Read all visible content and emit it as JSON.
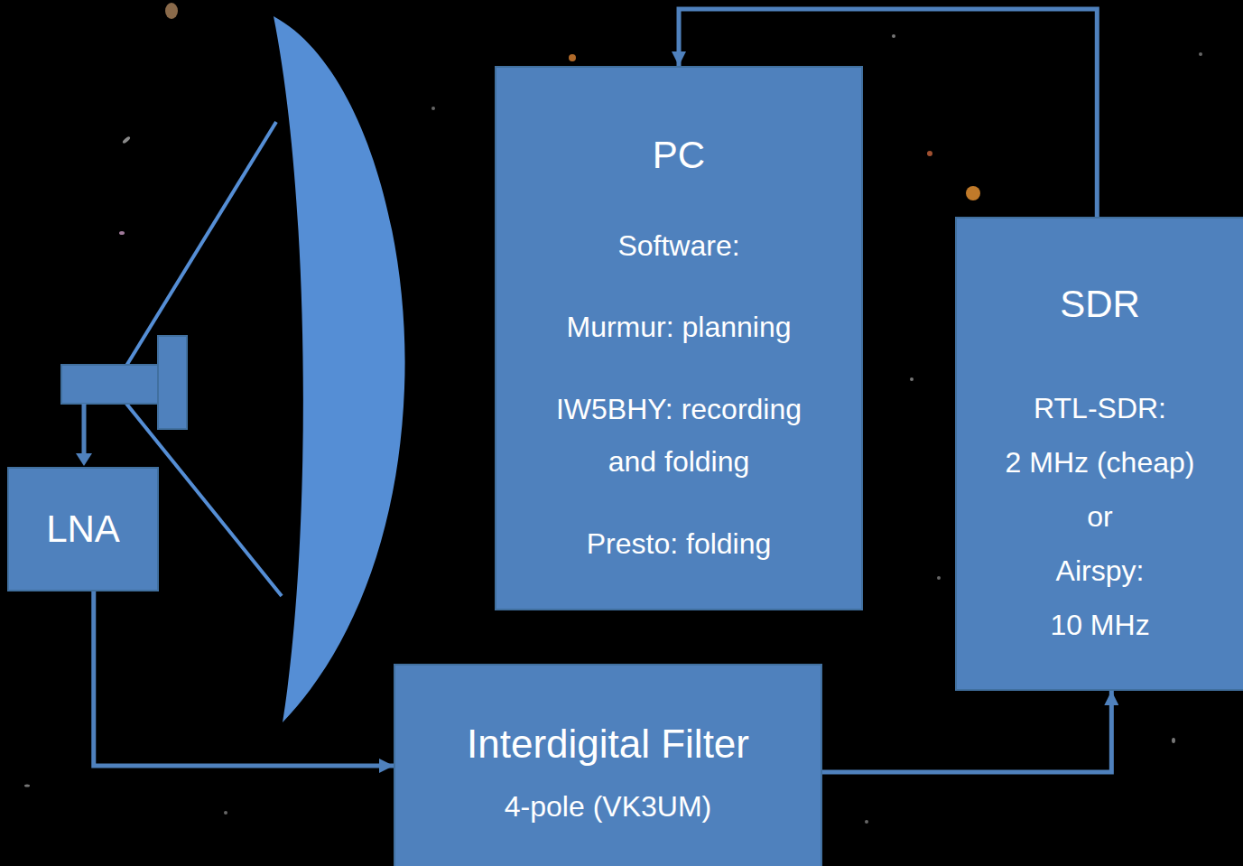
{
  "diagram": {
    "nodes": [
      {
        "text": [
          "LNA"
        ]
      },
      {
        "text": [
          "PC",
          "Software:",
          "Murmur: planning",
          "IW5BHY: recording and folding",
          "Presto: folding"
        ]
      },
      {
        "text": [
          "SDR",
          "RTL-SDR:",
          "2 MHz (cheap)",
          "or",
          "Airspy:",
          "10 MHz"
        ]
      },
      {
        "text": [
          "Interdigital Filter",
          "4-pole (VK3UM)"
        ]
      }
    ],
    "edges": [
      {
        "from": 0,
        "to": 3,
        "arrow": "to"
      },
      {
        "from": 3,
        "to": 2,
        "arrow": "to"
      },
      {
        "from": 2,
        "to": 1,
        "arrow": "to"
      }
    ]
  }
}
